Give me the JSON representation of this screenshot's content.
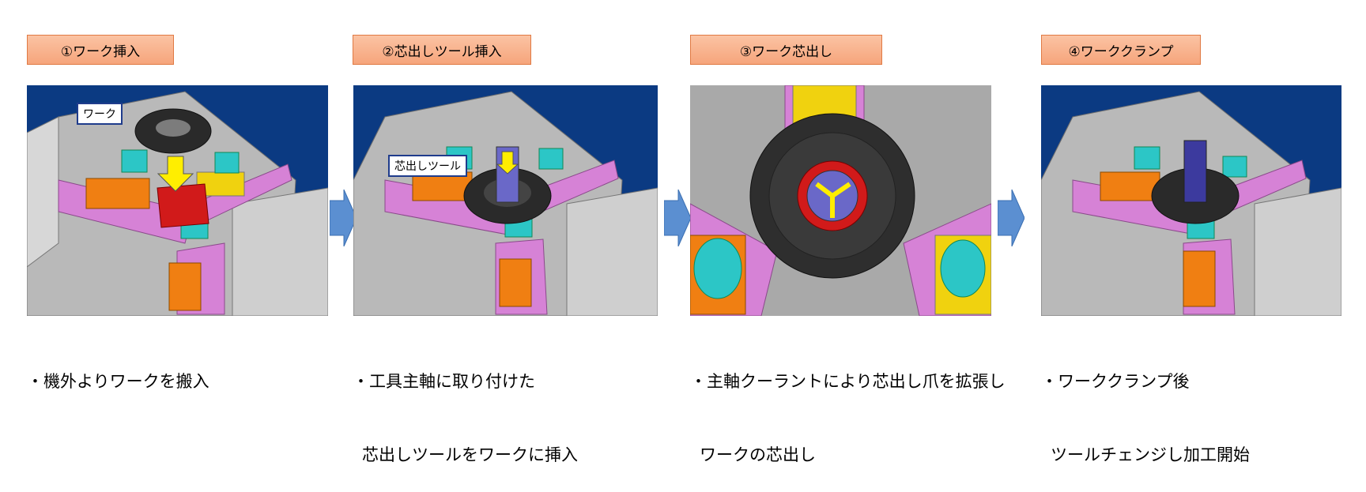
{
  "steps": [
    {
      "label": "①ワーク挿入",
      "desc1": "・機外よりワークを搬入",
      "desc2": "",
      "callout": "ワーク"
    },
    {
      "label": "②芯出しツール挿入",
      "desc1": "・工具主軸に取り付けた",
      "desc2": "芯出しツールをワークに挿入",
      "callout": "芯出しツール"
    },
    {
      "label": "③ワーク芯出し",
      "desc1": "・主軸クーラントにより芯出し爪を拡張し",
      "desc2": "ワークの芯出し",
      "callout": ""
    },
    {
      "label": "④ワーククランプ",
      "desc1": "・ワーククランプ後",
      "desc2": "ツールチェンジし加工開始",
      "callout": ""
    }
  ],
  "colors": {
    "label_fill": "#f6a57c",
    "label_border": "#e07a44",
    "panel_bg": "#0b3a82",
    "arrow": "#5b8fd1"
  }
}
